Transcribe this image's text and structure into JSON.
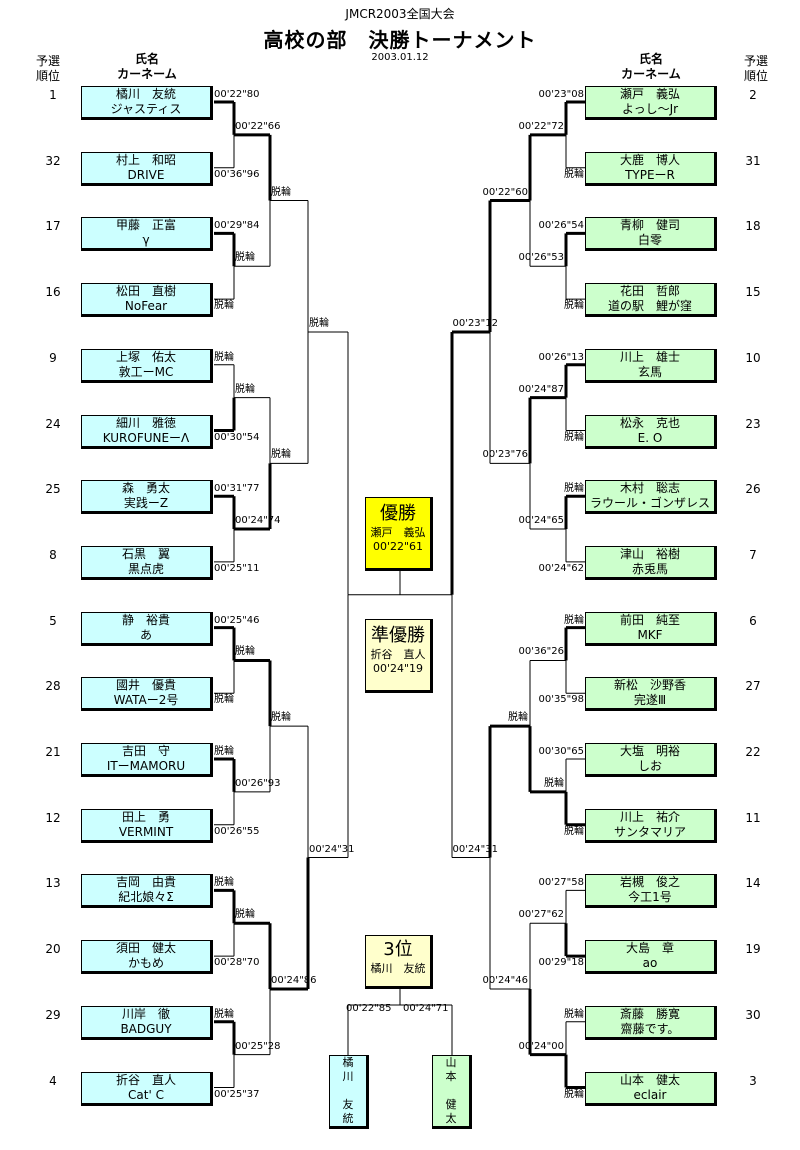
{
  "header": {
    "supertitle": "JMCR2003全国大会",
    "title": "高校の部　決勝トーナメント",
    "date": "2003.01.12",
    "seed_label_1": "予選",
    "seed_label_2": "順位",
    "name_label": "氏名",
    "car_label": "カーネーム"
  },
  "left_entries": [
    {
      "seed": "1",
      "name": "橘川　友統",
      "car": "ジャスティス",
      "time": "00'22\"80"
    },
    {
      "seed": "32",
      "name": "村上　和昭",
      "car": "DRIVE",
      "time": "00'36\"96"
    },
    {
      "seed": "17",
      "name": "甲藤　正富",
      "car": "γ",
      "time": "00'29\"84"
    },
    {
      "seed": "16",
      "name": "松田　直樹",
      "car": "NoFear",
      "time": "脱輪"
    },
    {
      "seed": "9",
      "name": "上塚　佑太",
      "car": "敦工ーMC",
      "time": "脱輪"
    },
    {
      "seed": "24",
      "name": "細川　雅徳",
      "car": "KUROFUNEーΛ",
      "time": "00'30\"54"
    },
    {
      "seed": "25",
      "name": "森　勇太",
      "car": "実践ーZ",
      "time": "00'31\"77"
    },
    {
      "seed": "8",
      "name": "石黒　翼",
      "car": "黒点虎",
      "time": "00'25\"11"
    },
    {
      "seed": "5",
      "name": "静　裕貴",
      "car": "あ",
      "time": "00'25\"46"
    },
    {
      "seed": "28",
      "name": "國井　優貴",
      "car": "WATAー2号",
      "time": "脱輪"
    },
    {
      "seed": "21",
      "name": "吉田　守",
      "car": "ITーMAMORU",
      "time": "脱輪"
    },
    {
      "seed": "12",
      "name": "田上　勇",
      "car": "VERMINT",
      "time": "00'26\"55"
    },
    {
      "seed": "13",
      "name": "吉岡　由貴",
      "car": "紀北娘々Σ",
      "time": "脱輪"
    },
    {
      "seed": "20",
      "name": "須田　健太",
      "car": "かもめ",
      "time": "00'28\"70"
    },
    {
      "seed": "29",
      "name": "川岸　徹",
      "car": "BADGUY",
      "time": "脱輪"
    },
    {
      "seed": "4",
      "name": "折谷　直人",
      "car": "Cat' C",
      "time": "00'25\"37"
    }
  ],
  "right_entries": [
    {
      "seed": "2",
      "name": "瀬戸　義弘",
      "car": "よっし～Jr",
      "time": "00'23\"08"
    },
    {
      "seed": "31",
      "name": "大鹿　博人",
      "car": "TYPEーR",
      "time": "脱輪"
    },
    {
      "seed": "18",
      "name": "青柳　健司",
      "car": "白零",
      "time": "00'26\"54"
    },
    {
      "seed": "15",
      "name": "花田　哲郎",
      "car": "道の駅　鯉が窪",
      "time": "脱輪"
    },
    {
      "seed": "10",
      "name": "川上　雄士",
      "car": "玄馬",
      "time": "00'26\"13"
    },
    {
      "seed": "23",
      "name": "松永　克也",
      "car": "E. O",
      "time": "脱輪"
    },
    {
      "seed": "26",
      "name": "木村　聡志",
      "car": "ラウール・ゴンザレス",
      "time": "脱輪"
    },
    {
      "seed": "7",
      "name": "津山　裕樹",
      "car": "赤兎馬",
      "time": "00'24\"62"
    },
    {
      "seed": "6",
      "name": "前田　純至",
      "car": "MKF",
      "time": "脱輪"
    },
    {
      "seed": "27",
      "name": "新松　沙野香",
      "car": "完遂Ⅲ",
      "time": "00'35\"98"
    },
    {
      "seed": "22",
      "name": "大塩　明裕",
      "car": "しお",
      "time": "00'30\"65"
    },
    {
      "seed": "11",
      "name": "川上　祐介",
      "car": "サンタマリア",
      "time": "脱輪"
    },
    {
      "seed": "14",
      "name": "岩槻　俊之",
      "car": "今工1号",
      "time": "00'27\"58"
    },
    {
      "seed": "19",
      "name": "大島　章",
      "car": "ao",
      "time": "00'29\"18"
    },
    {
      "seed": "30",
      "name": "斎藤　勝寛",
      "car": "齋藤です。",
      "time": "脱輪"
    },
    {
      "seed": "3",
      "name": "山本　健太",
      "car": "eclair",
      "time": "脱輪"
    }
  ],
  "left_round2": [
    "00'22\"66",
    "脱輪",
    "脱輪",
    "00'24\"74",
    "脱輪",
    "00'26\"93",
    "脱輪",
    "00'25\"28"
  ],
  "right_round2": [
    "00'22\"72",
    "00'26\"53",
    "00'24\"87",
    "00'24\"65",
    "00'36\"26",
    "脱輪",
    "00'27\"62",
    "00'24\"00"
  ],
  "left_round3": [
    "脱輪",
    "脱輪",
    "脱輪",
    "00'24\"86"
  ],
  "right_round3": [
    "00'22\"60",
    "00'23\"76",
    "脱輪",
    "00'24\"46"
  ],
  "left_round4": [
    "脱輪",
    "00'24\"31"
  ],
  "right_round4": [
    "00'23\"12",
    "00'24\"31"
  ],
  "champion": {
    "title": "優勝",
    "name": "瀬戸　義弘",
    "time": "00'22\"61"
  },
  "runner_up": {
    "title": "準優勝",
    "name": "折谷　直人",
    "time": "00'24\"19"
  },
  "third": {
    "title": "3位",
    "name": "橘川　友統",
    "left_time": "00'22\"85",
    "right_time": "00'24\"71",
    "left_player": [
      "橘",
      "川",
      "",
      "友",
      "統"
    ],
    "right_player": [
      "山",
      "本",
      "",
      "健",
      "太"
    ]
  }
}
